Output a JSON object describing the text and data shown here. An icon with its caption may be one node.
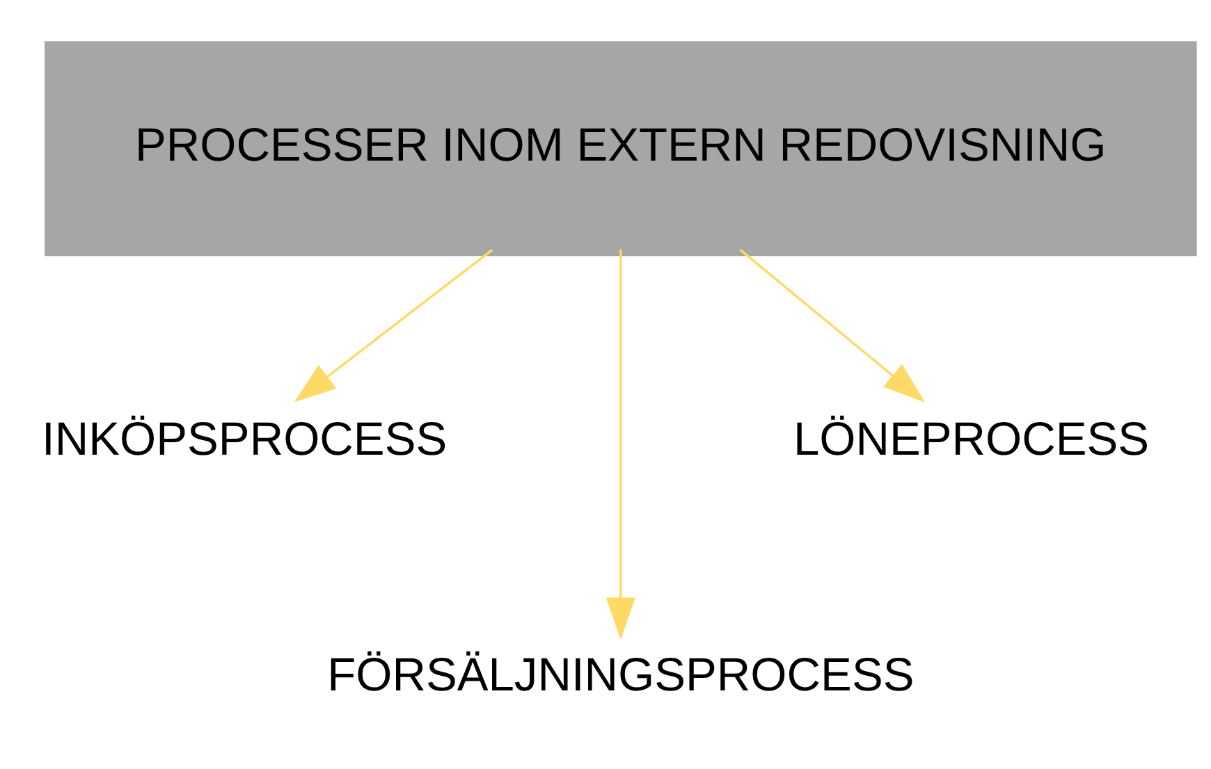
{
  "diagram": {
    "nodes": [
      {
        "text": [
          "PROCESSER INOM EXTERN REDOVISNING"
        ]
      },
      {
        "text": [
          "INKÖPSPROCESS"
        ]
      },
      {
        "text": [
          "FÖRSÄLJNINGSPROCESS"
        ]
      },
      {
        "text": [
          "LÖNEPROCESS"
        ]
      }
    ],
    "edges": [
      {
        "from": 0,
        "to": 1,
        "arrow": "to"
      },
      {
        "from": 0,
        "to": 2,
        "arrow": "to"
      },
      {
        "from": 0,
        "to": 3,
        "arrow": "to"
      }
    ]
  }
}
